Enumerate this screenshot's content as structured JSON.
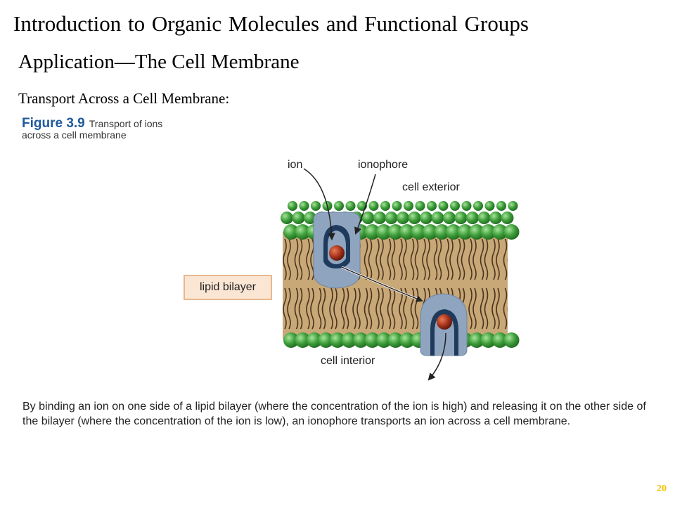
{
  "slide": {
    "title": "Introduction to Organic Molecules and Functional Groups",
    "subtitle": "Application—The Cell Membrane",
    "section_heading": "Transport Across a Cell Membrane:",
    "page_number": "20"
  },
  "figure": {
    "label": "Figure 3.9",
    "caption": "Transport of ions across a cell membrane",
    "labels": {
      "ion": "ion",
      "ionophore": "ionophore",
      "cell_exterior": "cell exterior",
      "cell_interior": "cell interior",
      "lipid_bilayer": "lipid bilayer"
    },
    "description": "By binding an ion on one side of a lipid bilayer (where the concentration of the ion is high) and releasing it on the other side of the bilayer (where the concentration of the ion is low), an ionophore transports an ion across a cell membrane."
  },
  "colors": {
    "head_group": "#3e9d3a",
    "bilayer_fill": "#c9a877",
    "tail_stroke": "#4a3420",
    "ionophore": "#8fa4bf",
    "ionophore_inner": "#1e3a5c",
    "ion": "#a2301a",
    "page_number": "#f3c500"
  }
}
